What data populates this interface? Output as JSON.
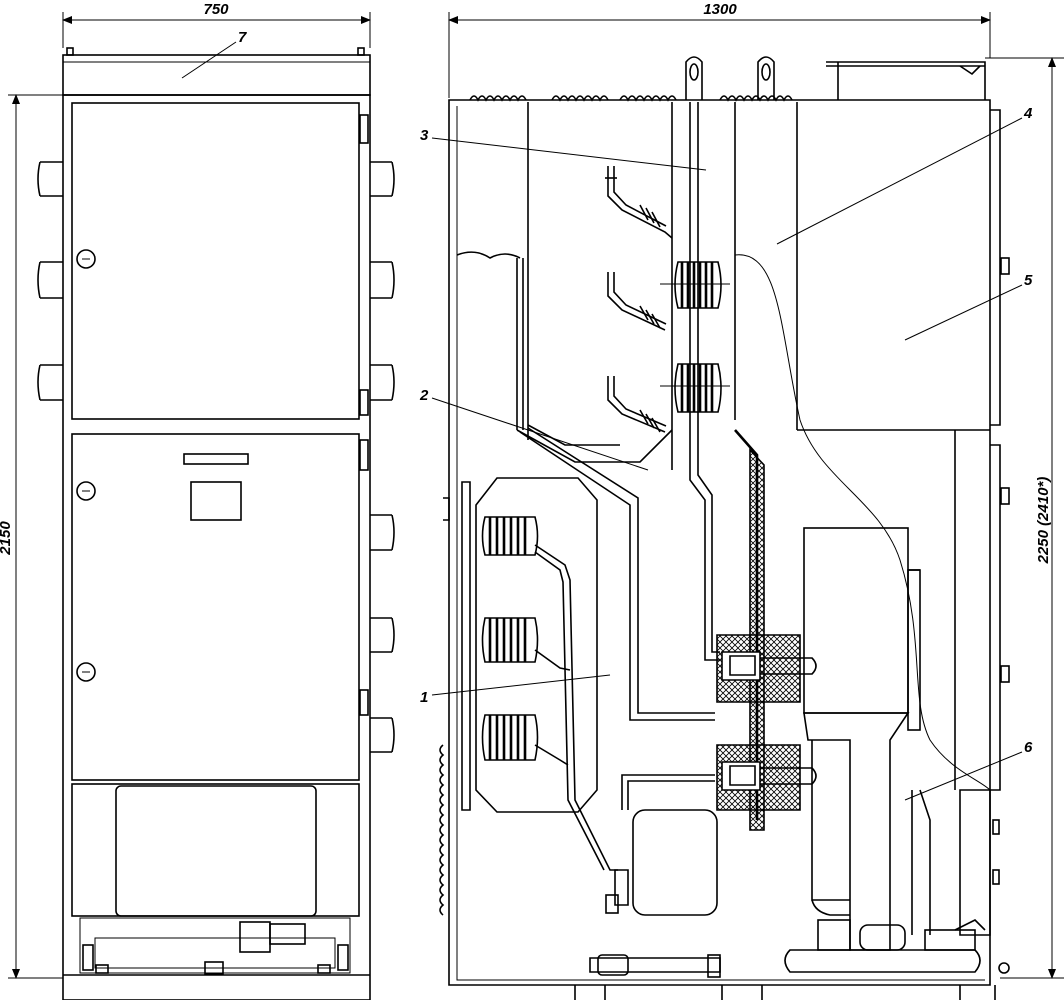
{
  "dimensions": {
    "front_width": "750",
    "side_width": "1300",
    "front_height": "2150",
    "side_height": "2250 (2410*)"
  },
  "callouts": {
    "c1": "1",
    "c2": "2",
    "c3": "3",
    "c4": "4",
    "c5": "5",
    "c6": "6",
    "c7": "7"
  }
}
